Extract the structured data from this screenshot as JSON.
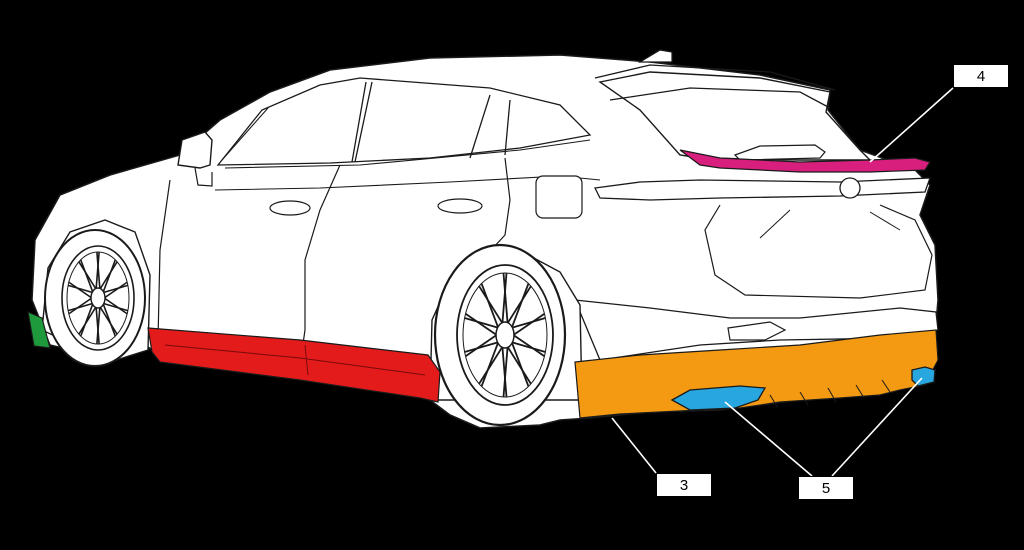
{
  "colors": {
    "background": "#000000",
    "body_outline": "#1a1a1a",
    "body_fill": "#ffffff",
    "front_lip": "#1e9a3c",
    "side_skirt": "#e31b1b",
    "rear_diffuser": "#f39a12",
    "rear_spoiler": "#d91f7e",
    "muffler_cutter": "#28a6df"
  },
  "callouts": {
    "rear_spoiler": "4",
    "rear_diffuser": "3",
    "muffler_cutters": "5"
  }
}
